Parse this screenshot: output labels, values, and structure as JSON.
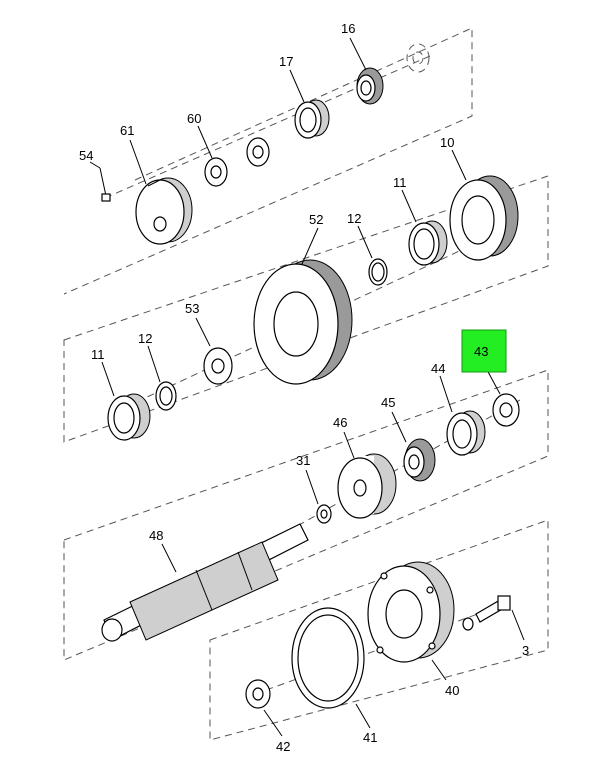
{
  "diagram": {
    "highlight_color": "#22ee22",
    "callouts": {
      "p16": "16",
      "p17": "17",
      "p60": "60",
      "p61": "61",
      "p54": "54",
      "p10": "10",
      "p11a": "11",
      "p12a": "12",
      "p52": "52",
      "p53": "53",
      "p12b": "12",
      "p11b": "11",
      "p43": "43",
      "p44": "44",
      "p45": "45",
      "p46": "46",
      "p31": "31",
      "p48": "48",
      "p3": "3",
      "p40": "40",
      "p41": "41",
      "p42": "42"
    }
  }
}
